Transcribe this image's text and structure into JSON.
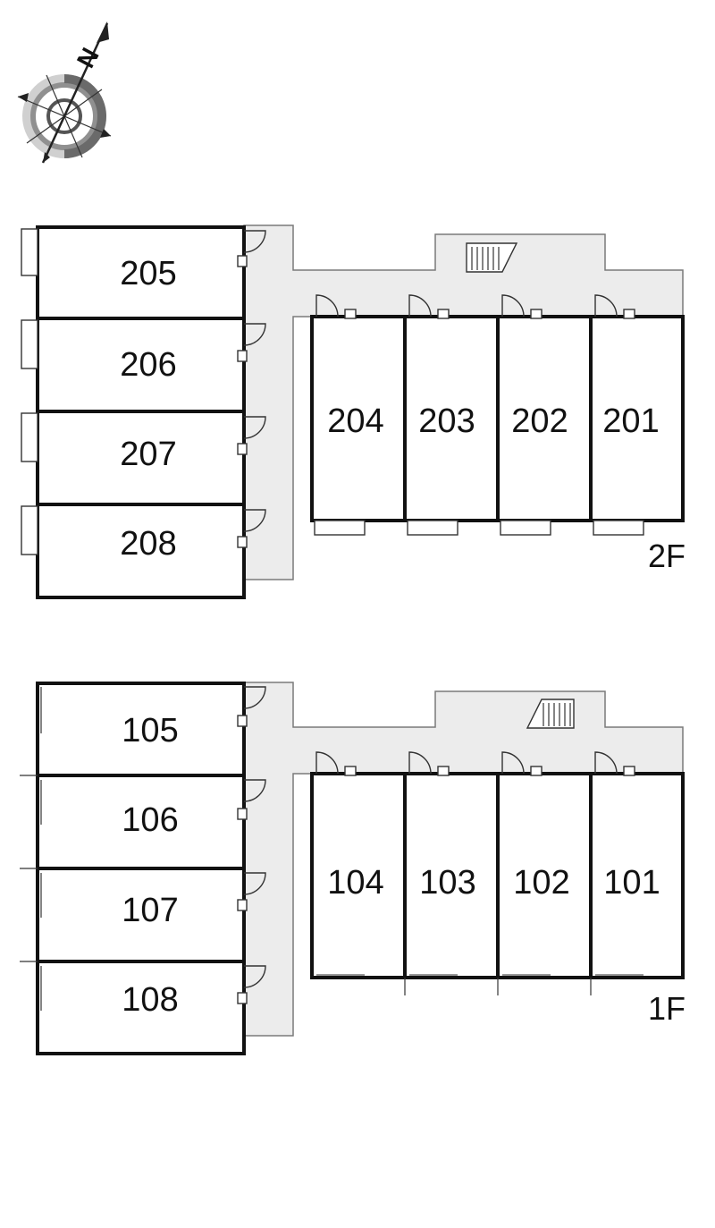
{
  "compass": {
    "north_label": "N",
    "icon": "north-arrow-compass-icon"
  },
  "floors": [
    {
      "label": "2F",
      "west_units": [
        "205",
        "206",
        "207",
        "208"
      ],
      "east_units": [
        "204",
        "203",
        "202",
        "201"
      ]
    },
    {
      "label": "1F",
      "west_units": [
        "105",
        "106",
        "107",
        "108"
      ],
      "east_units": [
        "104",
        "103",
        "102",
        "101"
      ]
    }
  ]
}
